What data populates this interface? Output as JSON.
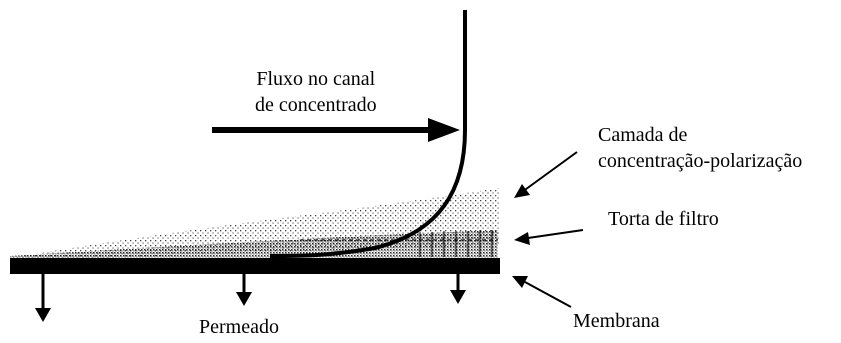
{
  "labels": {
    "flow_line1": "Fluxo no canal",
    "flow_line2": "de concentrado",
    "polarization_line1": "Camada de",
    "polarization_line2": "concentração-polarização",
    "filter_cake": "Torta de filtro",
    "membrane": "Membrana",
    "permeate": "Permeado"
  },
  "colors": {
    "ink": "#000000",
    "background": "#ffffff"
  }
}
